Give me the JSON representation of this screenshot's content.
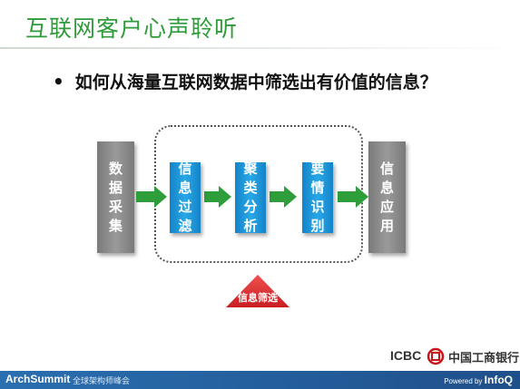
{
  "slide": {
    "title": "互联网客户心声聆听",
    "bullet": "如何从海量互联网数据中筛选出有价值的信息？"
  },
  "flow": {
    "input": [
      "数",
      "据",
      "采",
      "集"
    ],
    "steps": [
      [
        "信",
        "息",
        "过",
        "滤"
      ],
      [
        "聚",
        "类",
        "分",
        "析"
      ],
      [
        "要",
        "情",
        "识",
        "别"
      ]
    ],
    "output": [
      "信",
      "息",
      "应",
      "用"
    ],
    "filter_label": "信息筛选"
  },
  "colors": {
    "title_green": "#2f9b3a",
    "arrow_green": "#2e9e3a",
    "step_blue": "#1e96da",
    "end_gray": "#8a8a8a",
    "badge_red": "#d9262a"
  },
  "logo": {
    "icbc": "ICBC",
    "bank_name": "中国工商银行"
  },
  "footer": {
    "brand": "ArchSummit",
    "sub": "全球架构师峰会",
    "powered": "Powered by",
    "partner": "InfoQ"
  }
}
